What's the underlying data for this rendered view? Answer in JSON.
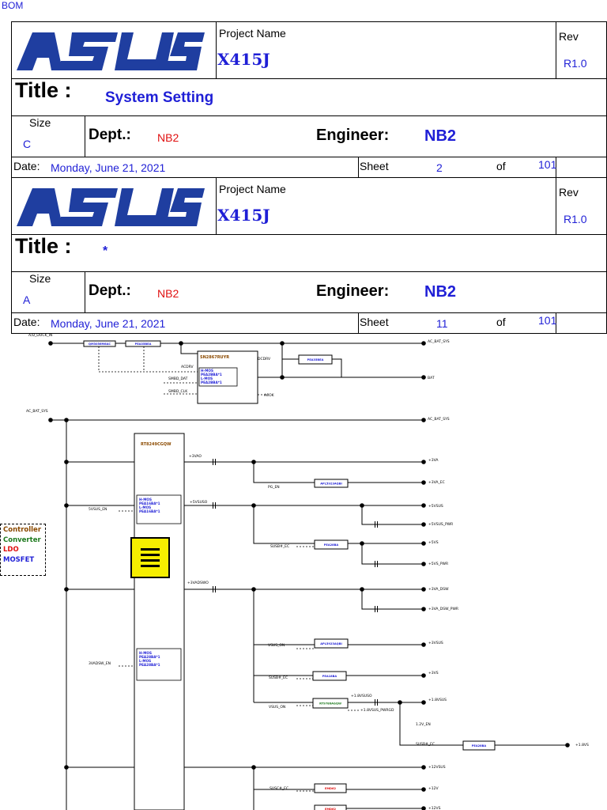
{
  "bom": "BOM",
  "title_blocks": [
    {
      "project_name_label": "Project Name",
      "project": "X415J",
      "rev_label": "Rev",
      "rev": "R1.0",
      "title_label": "Title :",
      "title": "System Setting",
      "size_label": "Size",
      "size": "C",
      "dept_label": "Dept.:",
      "dept": "NB2",
      "engineer_label": "Engineer:",
      "engineer": "NB2",
      "date_label": "Date:",
      "date": "Monday, June 21, 2021",
      "sheet_label": "Sheet",
      "sheet": "2",
      "of_label": "of",
      "total": "101"
    },
    {
      "project_name_label": "Project Name",
      "project": "X415J",
      "rev_label": "Rev",
      "rev": "R1.0",
      "title_label": "Title :",
      "title": "*",
      "size_label": "Size",
      "size": "A",
      "dept_label": "Dept.:",
      "dept": "NB2",
      "engineer_label": "Engineer:",
      "engineer": "NB2",
      "date_label": "Date:",
      "date": "Monday, June 21, 2021",
      "sheet_label": "Sheet",
      "sheet": "11",
      "of_label": "of",
      "total": "101"
    }
  ],
  "legend": [
    {
      "label": "Controller",
      "color": "#8b4a00"
    },
    {
      "label": "Converter",
      "color": "#1e7a1e"
    },
    {
      "label": "LDO",
      "color": "#e01010"
    },
    {
      "label": "MOSFET",
      "color": "#1f1fd6"
    }
  ],
  "schematic": {
    "net_labels": [
      "A/D_DOCK_IN",
      "AC_BAT_SYS",
      "BAT",
      "AC_BAT_SYS",
      "AC_BAT_SYS",
      "ACDRV",
      "SMBD_DAT",
      "SMBD_CLK",
      "DCDRV",
      "ACOK",
      "+3VAO",
      "+3VA",
      "PG_EN",
      "+3VA_EC",
      "+5VSUSO",
      "5VSUS_EN",
      "+5VSUS",
      "+5VSUS_PWR",
      "SUSB#_EC",
      "+5VS",
      "+5VS_PWR",
      "+3VADSWO",
      "+3VA_DSW",
      "+3VA_DSW_PWR",
      "3VADSW_EN",
      "VSUS_ON",
      "+3VSUS",
      "SUSB#_EC",
      "+3VS",
      "+1.8VSUSO",
      "VSUS_ON",
      "+1.8VSUS",
      "+1.8VSUS_PWRGD",
      "1.2V_EN",
      "SUSB#_EC",
      "+1.8VS",
      "+12VSUS",
      "SUSC#_EC",
      "+12V",
      "+12VS"
    ],
    "parts": [
      "QM3056M6AC",
      "PEA35BEA",
      "PEA35BEA",
      "SN2867RUYR",
      "RT8249CGQW",
      "APL5923AQBI",
      "PEA28BA",
      "APL5923AQBI",
      "PEA18BA",
      "RT9786AGQW",
      "PEA28BA",
      "EMD62",
      "EMD62"
    ],
    "charger_text": [
      "H-MOS",
      "PEA2BBA*1",
      "L-MOS",
      "PEA2BBA*1"
    ],
    "mos1_text": [
      "H-MOS",
      "PEA16BA*1",
      "L-MOS",
      "PEA16BA*1"
    ],
    "mos2_text": [
      "H-MOS",
      "PEA28BA*1",
      "L-MOS",
      "PEA28BA*1"
    ]
  },
  "colors": {
    "blue": "#1f1fd6",
    "red": "#e01010",
    "brown": "#8b4a00",
    "green": "#1e7a1e",
    "note": "#f6ee00"
  }
}
